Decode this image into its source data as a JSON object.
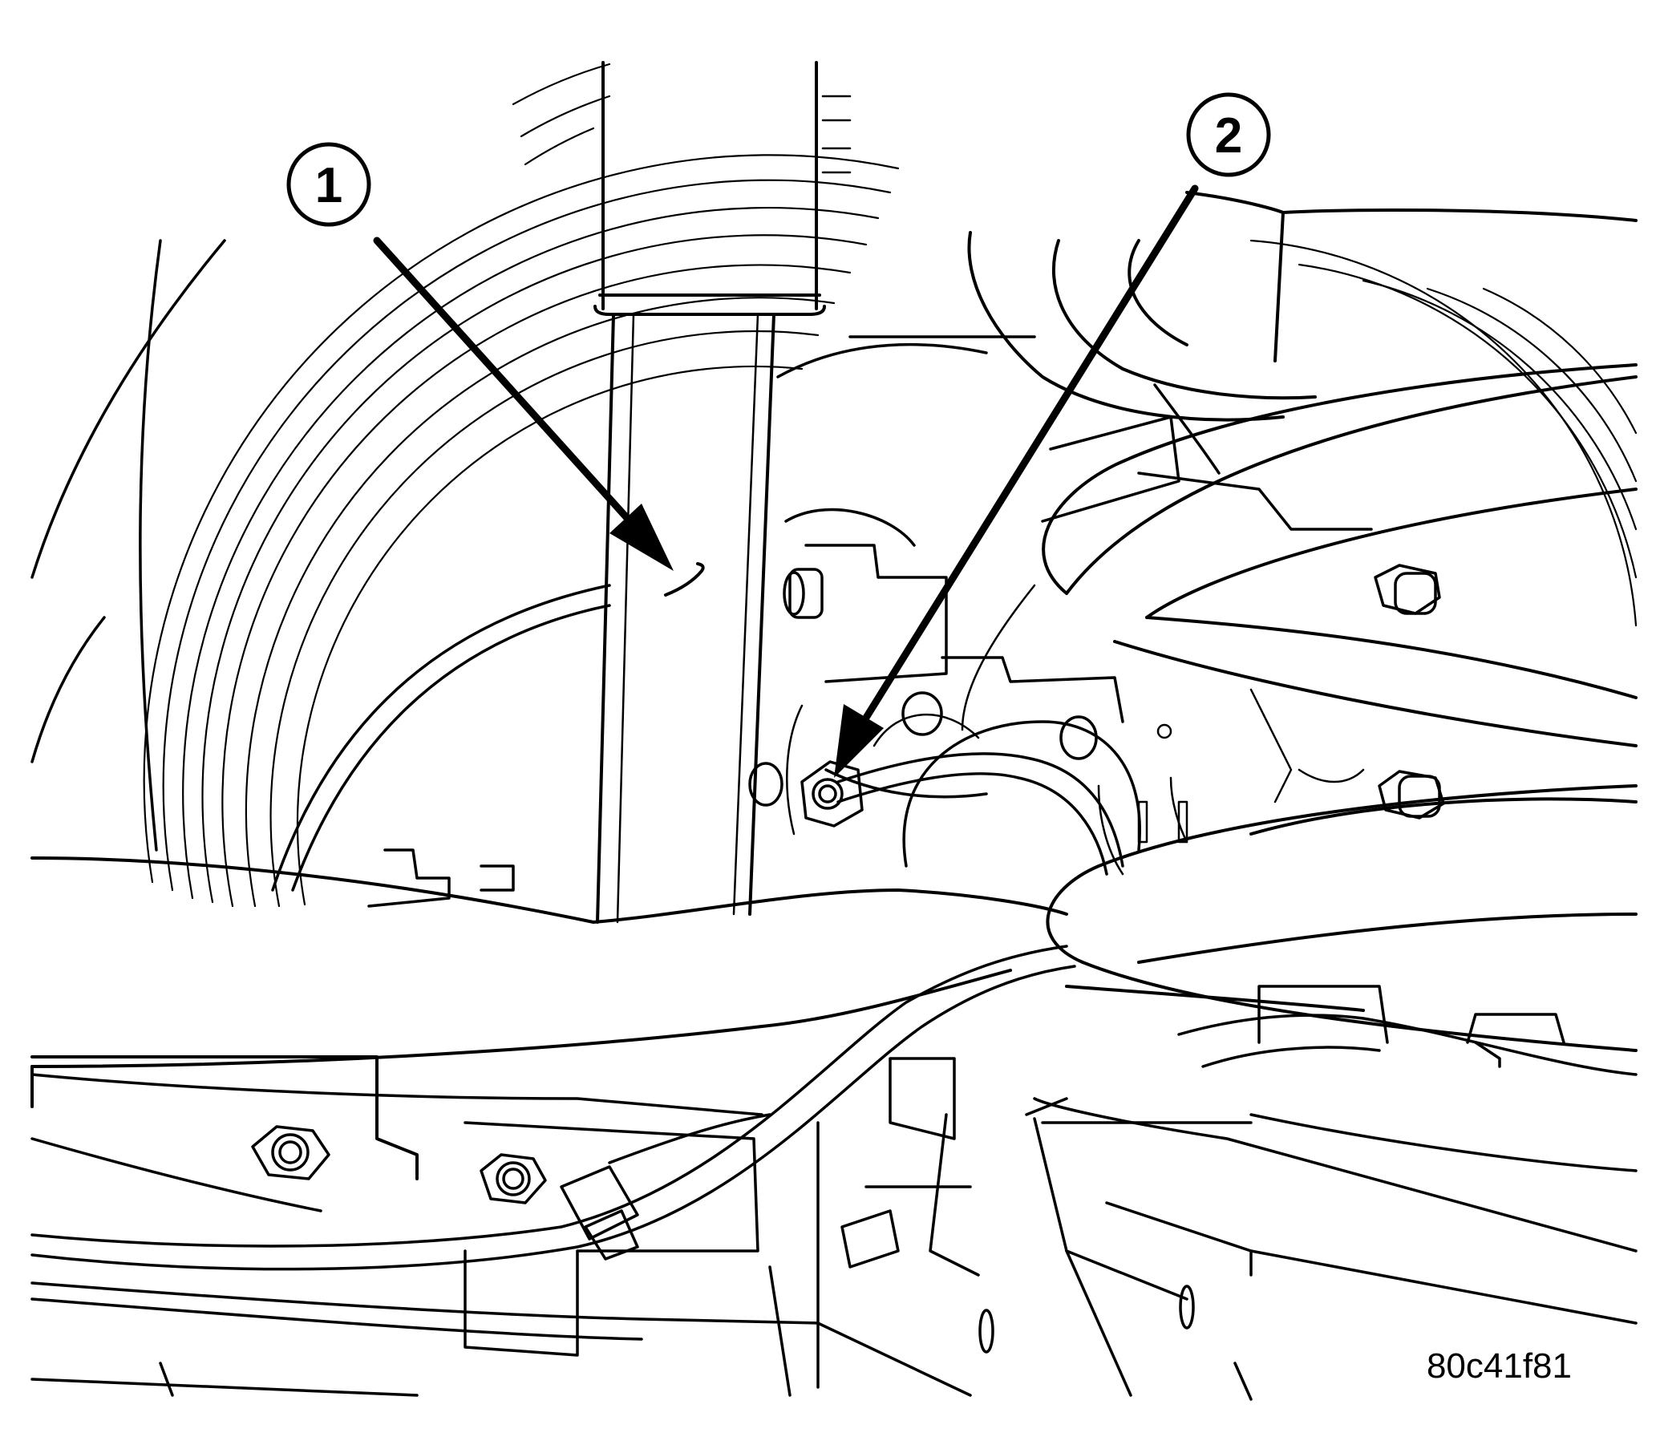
{
  "diagram": {
    "callouts": [
      {
        "label": "1"
      },
      {
        "label": "2"
      }
    ],
    "figure_id": "80c41f81",
    "colors": {
      "ink": "#000000",
      "paper": "#ffffff"
    }
  }
}
